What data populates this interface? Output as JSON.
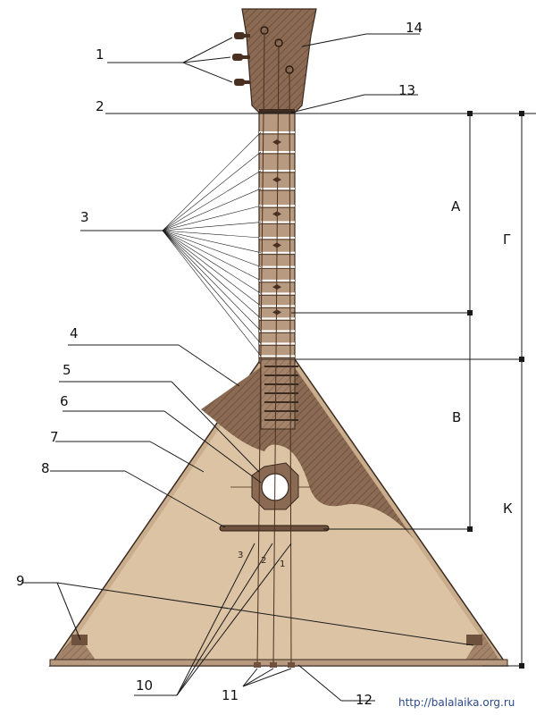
{
  "part_numbers": {
    "p1": "1",
    "p2": "2",
    "p3": "3",
    "p4": "4",
    "p5": "5",
    "p6": "6",
    "p7": "7",
    "p8": "8",
    "p9": "9",
    "p10": "10",
    "p11": "11",
    "p12": "12",
    "p13": "13",
    "p14": "14"
  },
  "dimension_letters": {
    "a": "А",
    "b": "В",
    "g": "Г",
    "k": "К"
  },
  "string_numbers": {
    "s1": "1",
    "s2": "2",
    "s3": "3"
  },
  "watermark": "http://balalaika.org.ru",
  "colors": {
    "wood_dark": "#8a6a52",
    "wood_light": "#dbc3a4",
    "fretboard": "#b79a80",
    "fret_marker": "#4a3020",
    "outline": "#3b2a20",
    "label": "#111111",
    "watermark": "#2b4a8a"
  }
}
